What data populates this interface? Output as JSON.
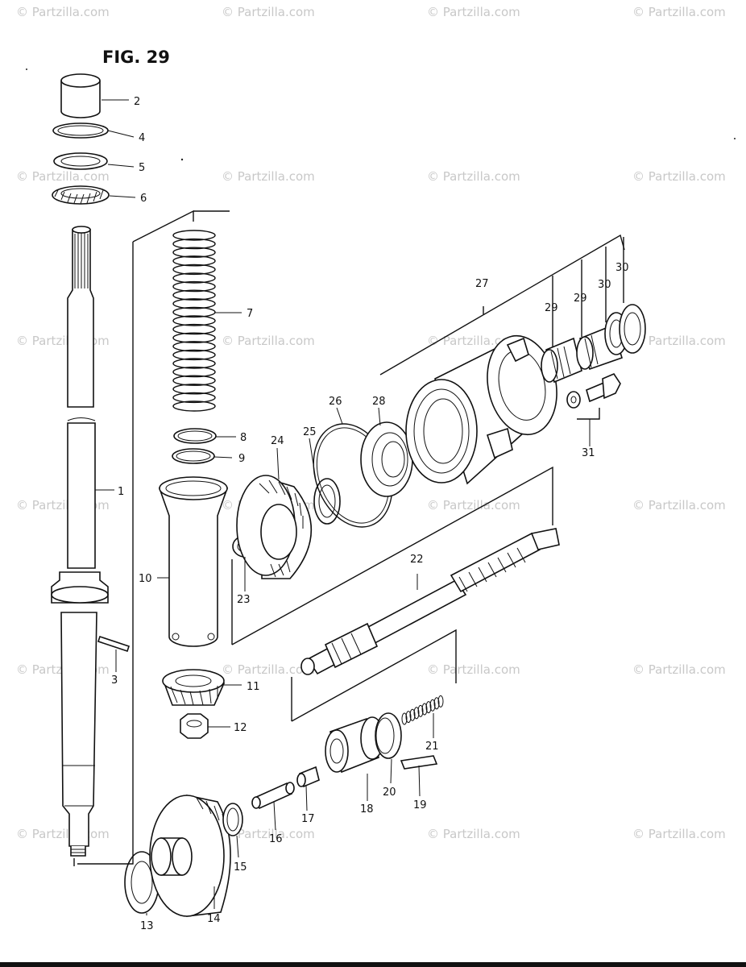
{
  "figure": {
    "title": "FIG. 29"
  },
  "watermark": {
    "text": "© Partzilla.com"
  },
  "parts": [
    "1",
    "2",
    "3",
    "4",
    "5",
    "6",
    "7",
    "8",
    "9",
    "10",
    "11",
    "12",
    "13",
    "14",
    "15",
    "16",
    "17",
    "18",
    "19",
    "20",
    "21",
    "22",
    "23",
    "24",
    "25",
    "26",
    "27",
    "28",
    "29",
    "29",
    "30",
    "30",
    "31"
  ]
}
